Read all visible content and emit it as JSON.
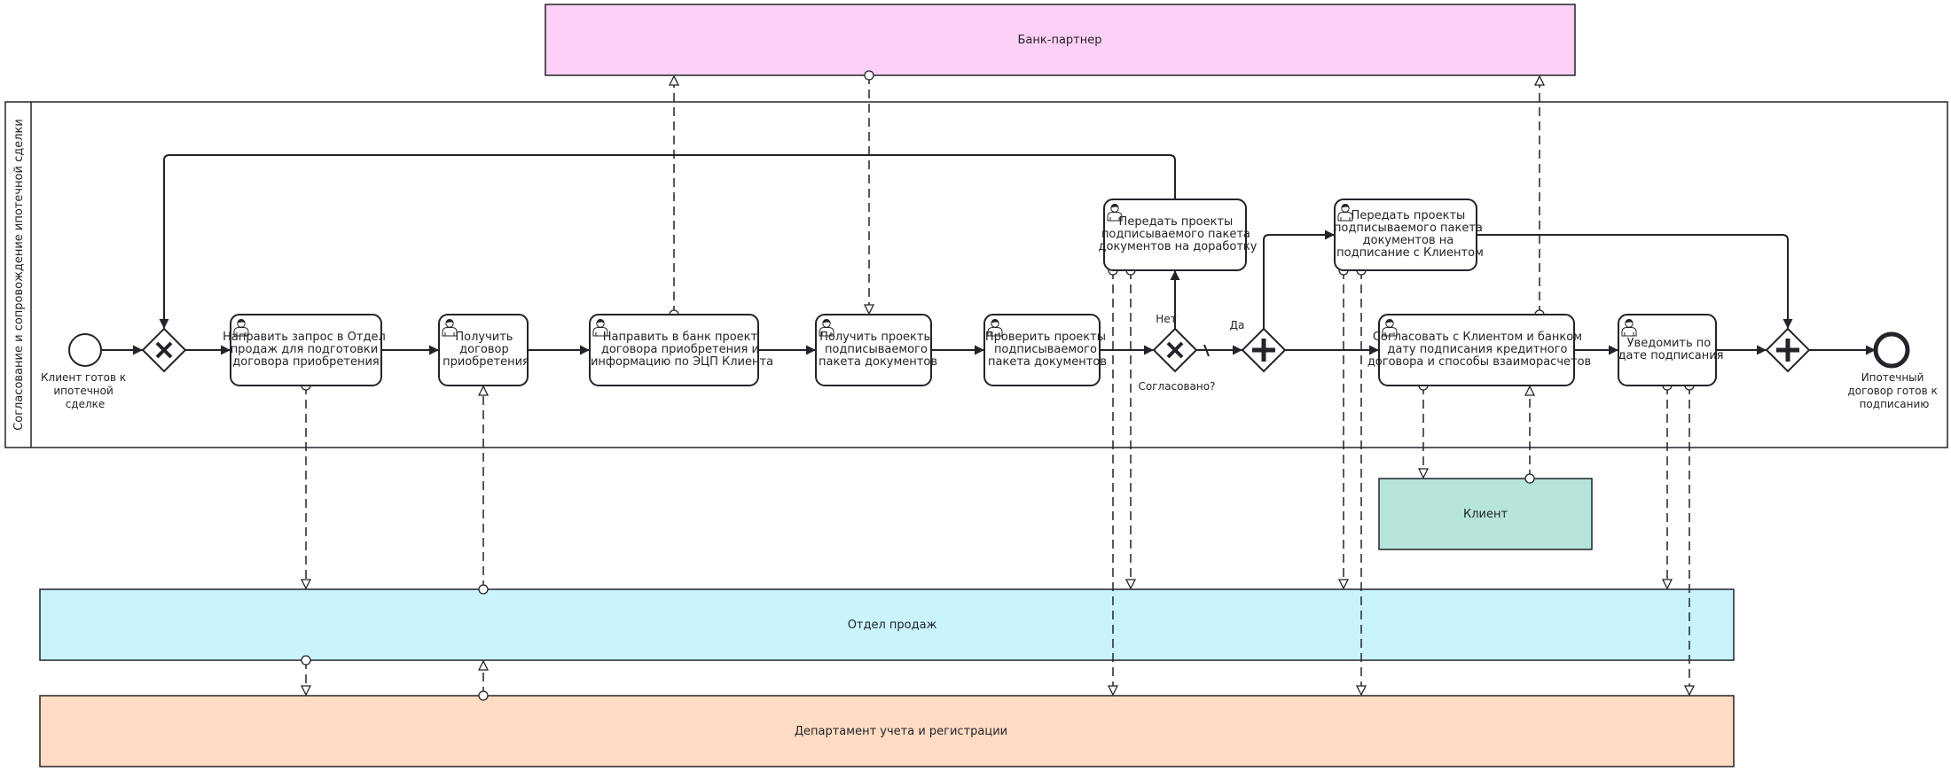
{
  "pools": {
    "bank": "Банк-партнер",
    "main_lane": "Согласование и сопровождение ипотечной сделки",
    "client": "Клиент",
    "sales": "Отдел продаж",
    "accounting": "Департамент учета и регистрации"
  },
  "events": {
    "start": [
      "Клиент готов к",
      "ипотечной",
      "сделке"
    ],
    "end": [
      "Ипотечный",
      "договор готов к",
      "подписанию"
    ]
  },
  "tasks": {
    "t1": [
      "Направить запрос в Отдел",
      "продаж для подготовки",
      "договора приобретения"
    ],
    "t2": [
      "Получить",
      "договор",
      "приобретения"
    ],
    "t3": [
      "Направить в банк проект",
      "договора приобретения и",
      "информацию по ЭЦП Клиента"
    ],
    "t4": [
      "Получить проекты",
      "подписываемого",
      "пакета документов"
    ],
    "t5": [
      "Проверить проекты",
      "подписываемого",
      "пакета документов"
    ],
    "t6": [
      "Передать проекты",
      "подписываемого пакета",
      "документов на доработку"
    ],
    "t7": [
      "Передать проекты",
      "подписываемого пакета",
      "документов на",
      "подписание с Клиентом"
    ],
    "t8": [
      "Согласовать с Клиентом и банком",
      "дату подписания кредитного",
      "договора и способы взаиморасчетов"
    ],
    "t9": [
      "Уведомить по",
      "дате подписания"
    ]
  },
  "gateways": {
    "question": "Согласовано?",
    "no": "Нет",
    "yes": "Да"
  },
  "icons": {
    "task": "user-task-icon",
    "xor": "exclusive-gateway-icon",
    "and": "parallel-gateway-icon"
  },
  "colors": {
    "bank_fill": "#ffd0f7",
    "client_fill": "#b6e5db",
    "sales_fill": "#c9f4fc",
    "accounting_fill": "#ffdcc3",
    "stroke": "#22242a"
  }
}
